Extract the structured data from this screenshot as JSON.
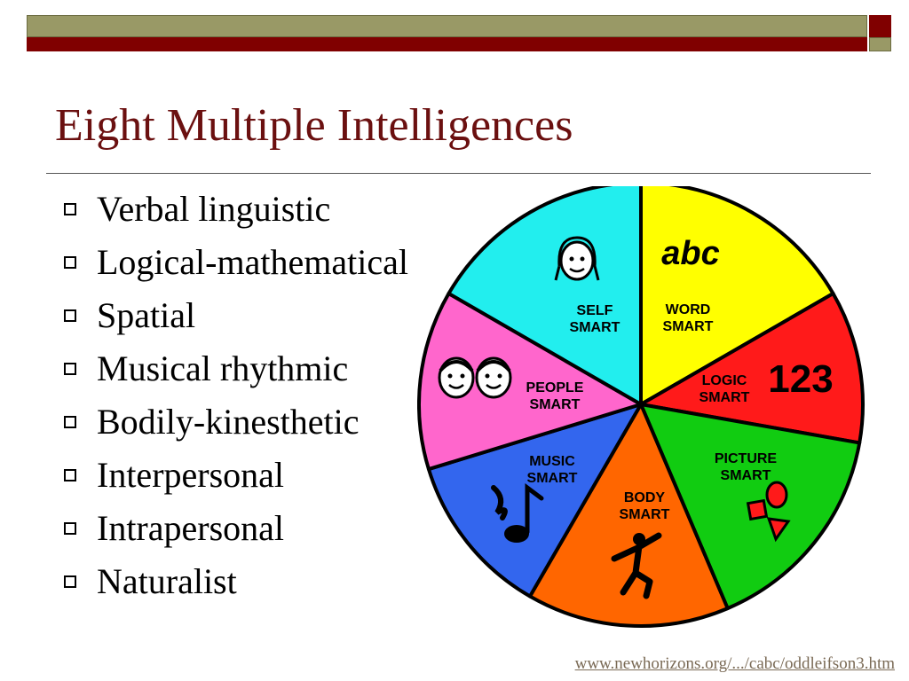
{
  "slide": {
    "title": "Eight Multiple Intelligences",
    "bullets": [
      "Verbal linguistic",
      "Logical-mathematical",
      "Spatial",
      "Musical rhythmic",
      "Bodily-kinesthetic",
      "Interpersonal",
      "Intrapersonal",
      "Naturalist"
    ],
    "source_link": "www.newhorizons.org/.../cabc/oddleifson3.htm"
  },
  "wheel": {
    "segments": [
      {
        "line1": "WORD",
        "line2": "SMART",
        "color": "#ffff00",
        "icon": "abc-letters-icon",
        "icon_text": "abc"
      },
      {
        "line1": "LOGIC",
        "line2": "SMART",
        "color": "#ff1a1a",
        "icon": "numbers-123-icon",
        "icon_text": "123"
      },
      {
        "line1": "PICTURE",
        "line2": "SMART",
        "color": "#11cc11",
        "icon": "shapes-icon"
      },
      {
        "line1": "BODY",
        "line2": "SMART",
        "color": "#ff6600",
        "icon": "dancer-icon"
      },
      {
        "line1": "MUSIC",
        "line2": "SMART",
        "color": "#3366ee",
        "icon": "music-notes-icon"
      },
      {
        "line1": "PEOPLE",
        "line2": "SMART",
        "color": "#ff66cc",
        "icon": "two-faces-icon"
      },
      {
        "line1": "SELF",
        "line2": "SMART",
        "color": "#22eeee",
        "icon": "face-icon"
      }
    ]
  },
  "colors": {
    "title": "#6b1010",
    "deco_olive": "#999966",
    "deco_maroon": "#800000"
  }
}
